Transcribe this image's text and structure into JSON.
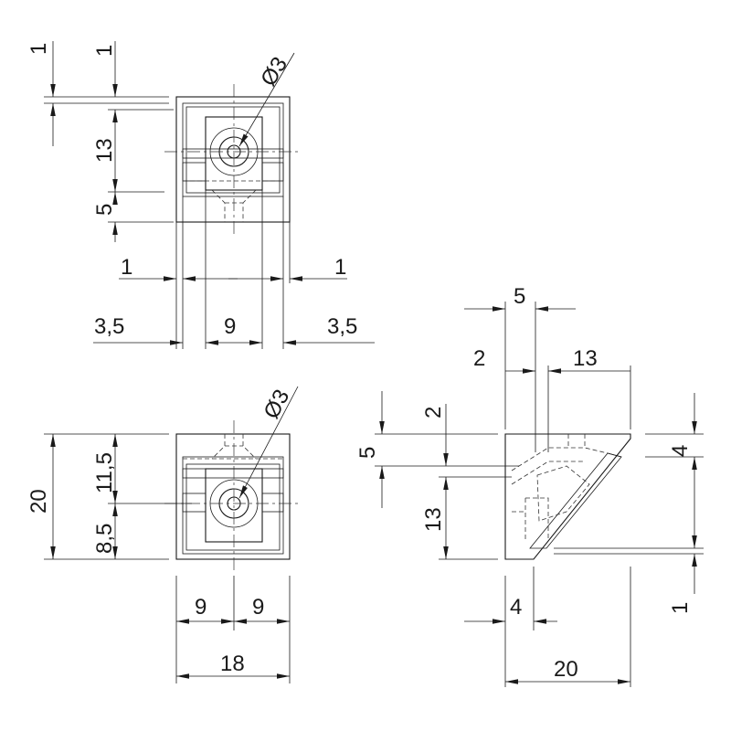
{
  "drawing": {
    "top_view": {
      "dims": {
        "top_gap_a": "1",
        "top_gap_b": "1",
        "height_upper": "13",
        "height_lower": "5",
        "side_left": "1",
        "side_right": "1",
        "width_left": "3,5",
        "width_mid": "9",
        "width_right": "3,5",
        "hole": "Ø3"
      }
    },
    "front_view": {
      "dims": {
        "total_height": "20",
        "upper": "11,5",
        "lower": "8,5",
        "half_left": "9",
        "half_right": "9",
        "total_width": "18",
        "hole": "Ø3"
      }
    },
    "side_view": {
      "dims": {
        "top_width": "5",
        "offset_left": "2",
        "offset_right": "13",
        "left_upper": "5",
        "left_mid": "2",
        "left_lower": "13",
        "right_upper": "4",
        "right_lower": "1",
        "bottom_small": "4",
        "bottom_total": "20"
      }
    }
  }
}
